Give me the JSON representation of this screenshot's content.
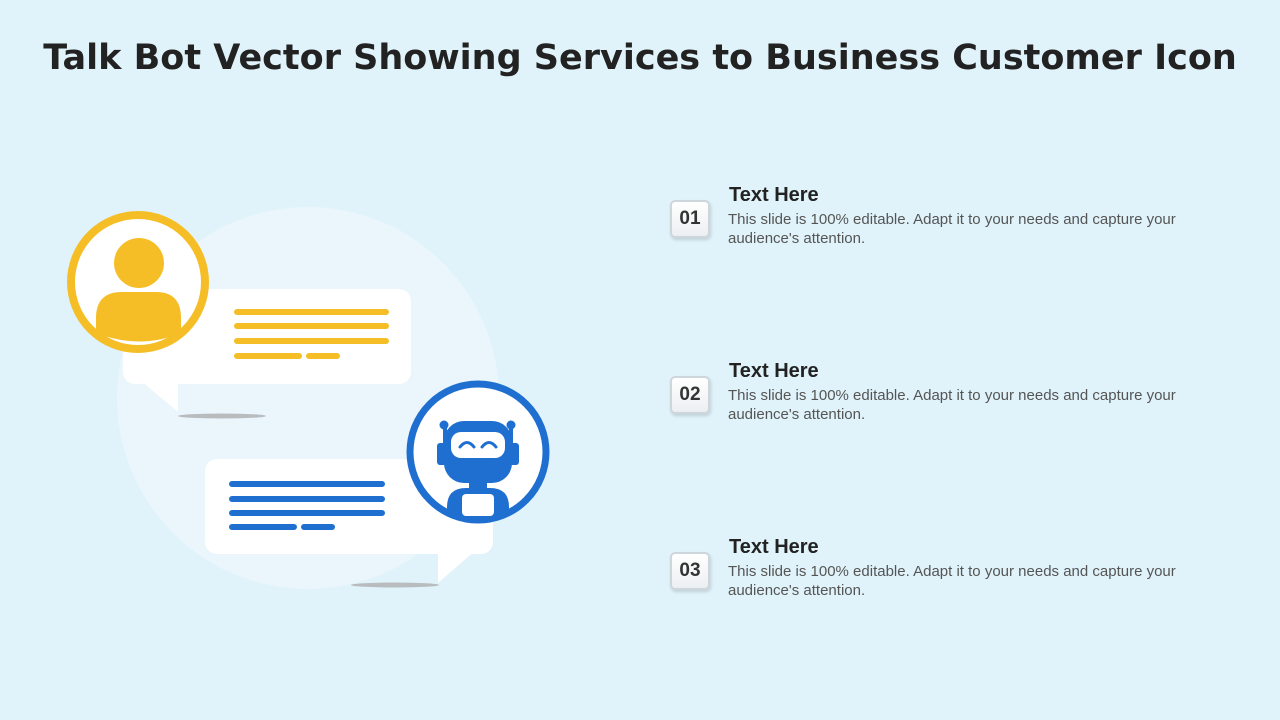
{
  "slide": {
    "title": "Talk Bot Vector Showing Services to Business Customer Icon"
  },
  "colors": {
    "background": "#e0f3fa",
    "accent_yellow": "#f5be27",
    "accent_blue": "#1f6fd0"
  },
  "icons": {
    "user": "user-avatar-icon",
    "bot": "robot-icon",
    "user_bubble": "chat-bubble-icon",
    "bot_bubble": "chat-bubble-icon"
  },
  "items": [
    {
      "number": "01",
      "title": "Text Here",
      "description": "This slide is 100% editable. Adapt it to your needs and capture your audience's attention."
    },
    {
      "number": "02",
      "title": "Text Here",
      "description": "This slide is 100% editable. Adapt it to your needs and capture your audience's attention."
    },
    {
      "number": "03",
      "title": "Text Here",
      "description": "This slide is 100% editable. Adapt it to your needs and capture your audience's attention."
    }
  ]
}
